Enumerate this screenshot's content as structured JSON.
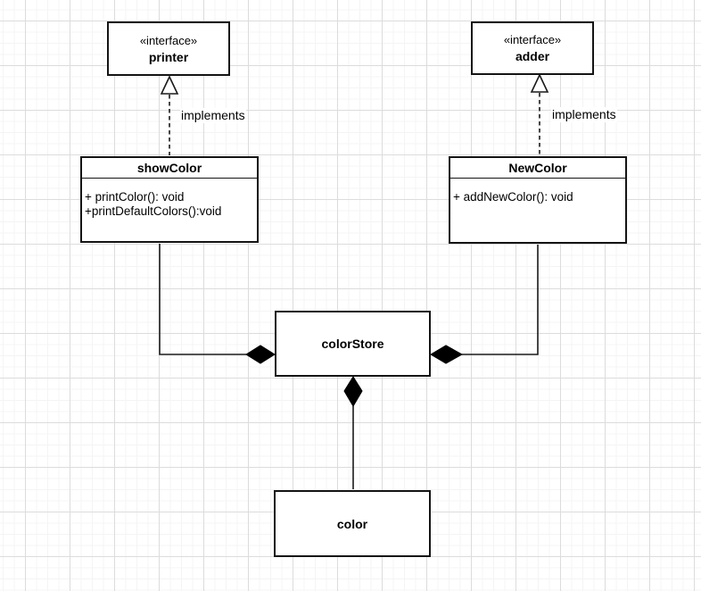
{
  "nodes": {
    "printer": {
      "stereotype": "«interface»",
      "name": "printer"
    },
    "adder": {
      "stereotype": "«interface»",
      "name": "adder"
    },
    "showColor": {
      "name": "showColor",
      "methods": [
        "+ printColor(): void",
        "+printDefaultColors():void"
      ]
    },
    "NewColor": {
      "name": "NewColor",
      "methods": [
        "+ addNewColor(): void"
      ]
    },
    "colorStore": {
      "name": "colorStore"
    },
    "color": {
      "name": "color"
    }
  },
  "edges": {
    "showColor_implements_printer": {
      "label": "implements",
      "type": "realization"
    },
    "NewColor_implements_adder": {
      "label": "implements",
      "type": "realization"
    },
    "colorStore_showColor": {
      "type": "composition"
    },
    "colorStore_NewColor": {
      "type": "composition"
    },
    "colorStore_color": {
      "type": "composition"
    }
  },
  "colors": {
    "node_border": "#141414",
    "node_fill": "#ffffff",
    "text": "#000000",
    "grid_minor": "#f4f4f4",
    "grid_major": "#dcdcdc",
    "diamond_fill": "#000000"
  }
}
